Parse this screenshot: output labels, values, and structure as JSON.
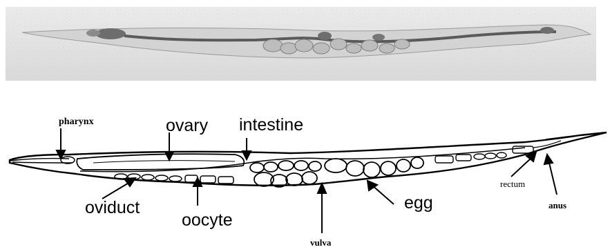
{
  "labels": {
    "pharynx": "pharynx",
    "ovary": "ovary",
    "intestine": "intestine",
    "oviduct": "oviduct",
    "oocyte": "oocyte",
    "egg": "egg",
    "vulva": "vulva",
    "rectum": "rectum",
    "anus": "anus"
  }
}
